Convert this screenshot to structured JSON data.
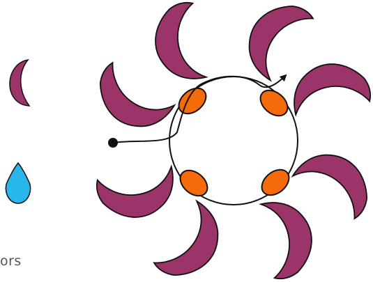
{
  "legend": {
    "items": [
      {
        "icon": "crescent-icon",
        "color": "#9b3468"
      },
      {
        "icon": "droplet-icon",
        "color": "#29b6e8"
      }
    ],
    "partial_label": "ors"
  },
  "diagram": {
    "crescent_color": "#9b3468",
    "oval_color": "#f56a0a",
    "stroke_color": "#111111",
    "crescent_count": 8,
    "oval_count": 4
  }
}
